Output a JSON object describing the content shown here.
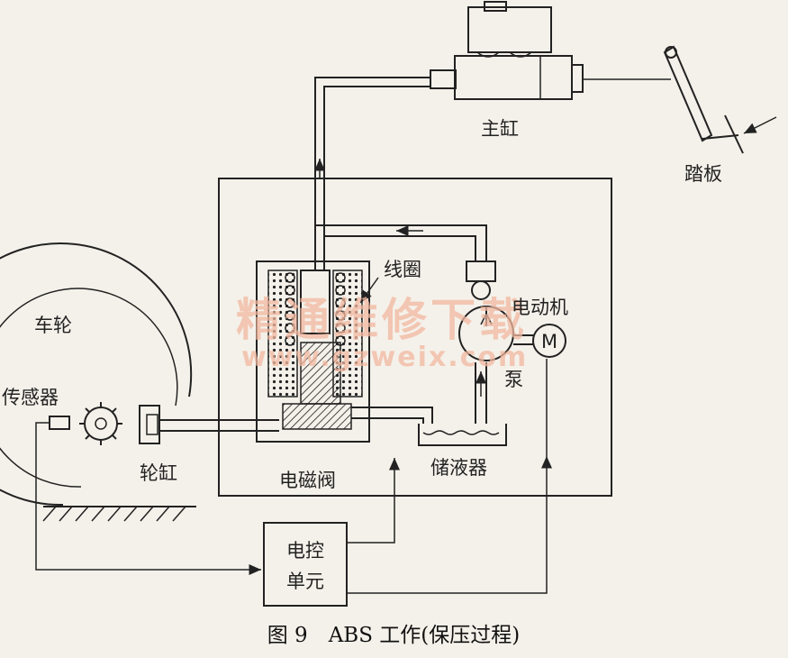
{
  "labels": {
    "master_cylinder": "主缸",
    "pedal": "踏板",
    "coil": "线圈",
    "motor": "电动机",
    "motor_symbol": "M",
    "pump": "泵",
    "wheel": "车轮",
    "sensor": "传感器",
    "wheel_cylinder": "轮缸",
    "solenoid_valve": "电磁阀",
    "reservoir": "储液器",
    "ecu_line1": "电控",
    "ecu_line2": "单元"
  },
  "caption": "图 9　ABS 工作(保压过程)",
  "watermark": {
    "title": "精通维修下载",
    "url": "www.gzweix.com"
  },
  "colors": {
    "ink": "#222222",
    "watermark": "#f2b8a0",
    "paper": "#f4f1ea"
  }
}
